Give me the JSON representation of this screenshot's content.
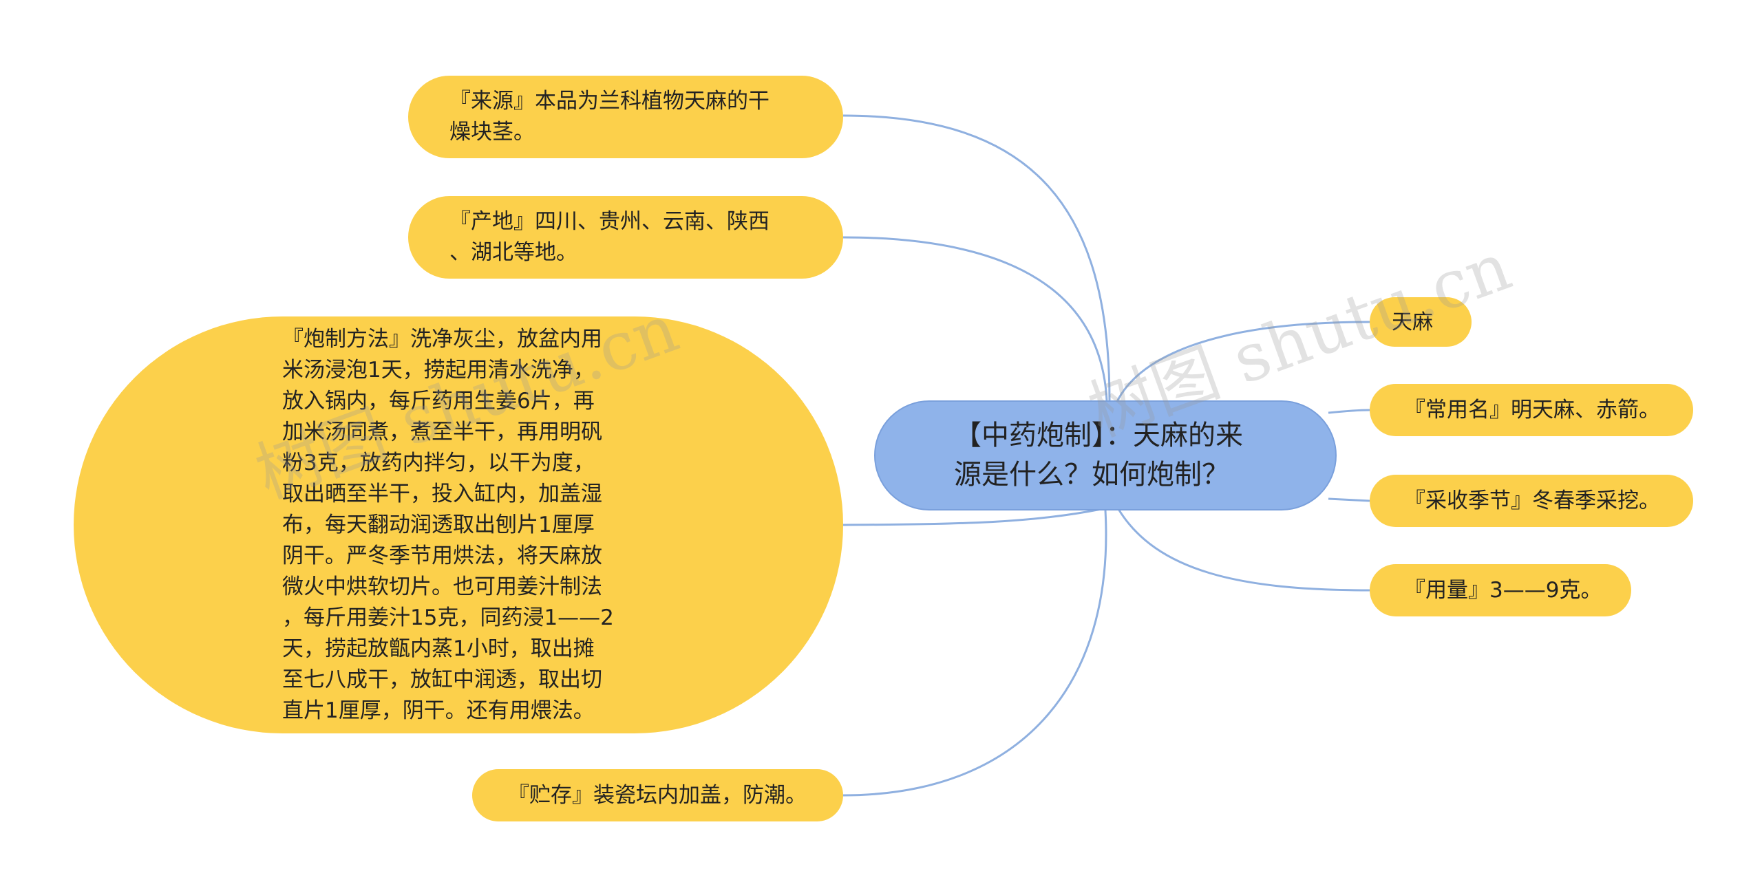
{
  "root": {
    "text": "【中药炮制】：天麻的来\n源是什么？如何炮制？"
  },
  "left_nodes": {
    "source": "『来源』本品为兰科植物天麻的干\n燥块茎。",
    "origin": "『产地』四川、贵州、云南、陕西\n、湖北等地。",
    "method": "『炮制方法』洗净灰尘，放盆内用\n米汤浸泡1天，捞起用清水洗净，\n放入锅内，每斤药用生姜6片，再\n加米汤同煮，煮至半干，再用明矾\n粉3克，放药内拌匀，以干为度，\n取出晒至半干，投入缸内，加盖湿\n布，每天翻动润透取出刨片1厘厚\n阴干。严冬季节用烘法，将天麻放\n微火中烘软切片。也可用姜汁制法\n，每斤用姜汁15克，同药浸1——2\n天，捞起放甑内蒸1小时，取出摊\n至七八成干，放缸中润透，取出切\n直片1厘厚，阴干。还有用煨法。",
    "storage": "『贮存』装瓷坛内加盖，防潮。"
  },
  "right_nodes": {
    "name": "天麻",
    "common": "『常用名』明天麻、赤箭。",
    "season": "『采收季节』冬春季采挖。",
    "dose": "『用量』3——9克。"
  },
  "watermark": {
    "left": "树图 shutu.cn",
    "right": "树图 shutu.cn"
  },
  "colors": {
    "root_fill": "#8fb3ea",
    "leaf_fill": "#fcd04b",
    "link": "#8fb0e0"
  }
}
